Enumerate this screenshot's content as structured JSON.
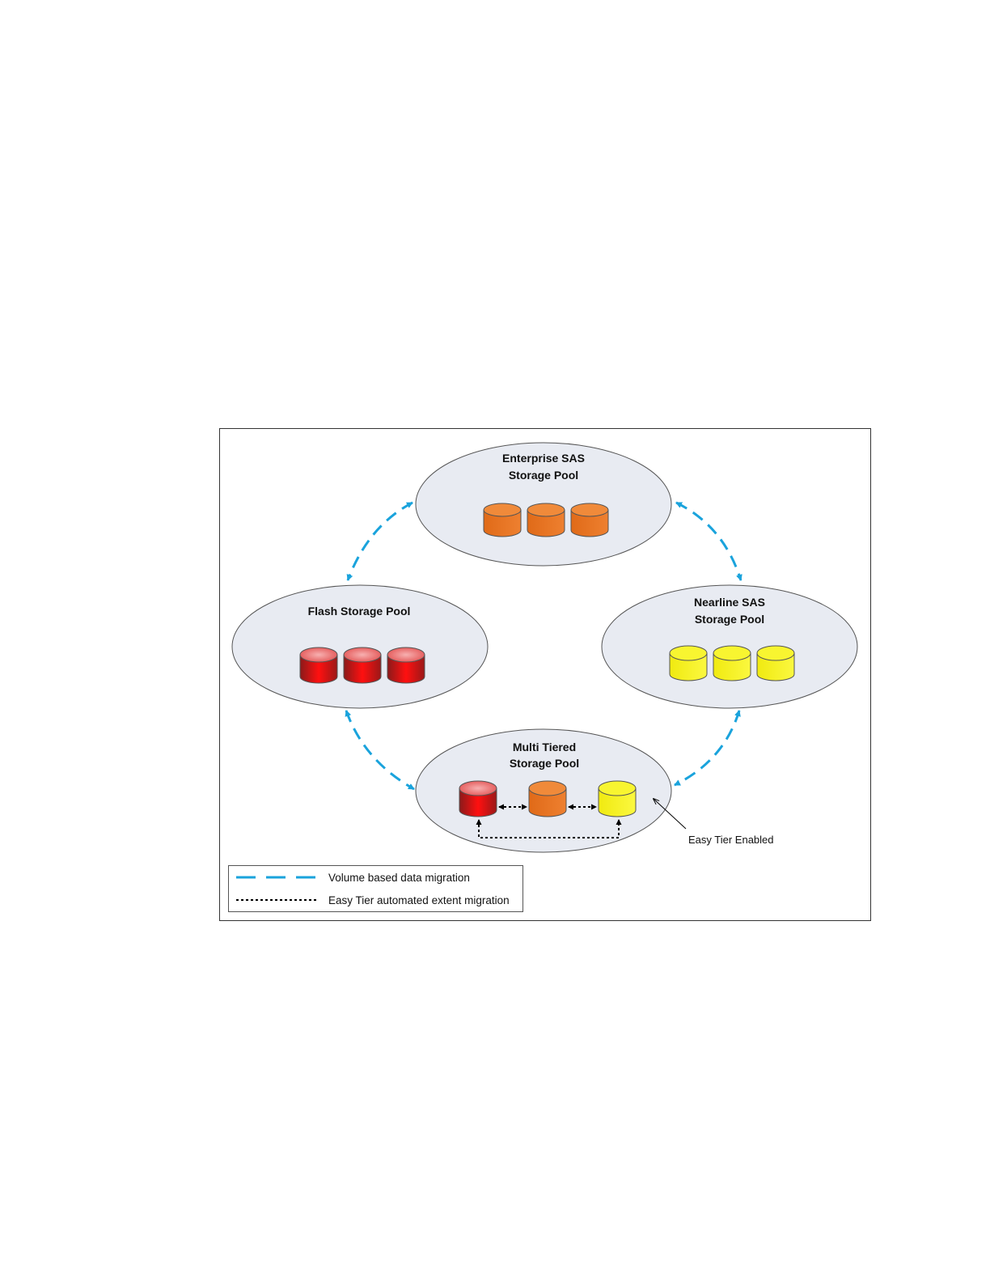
{
  "pools": {
    "enterprise": {
      "title_line1": "Enterprise SAS",
      "title_line2": "Storage Pool",
      "disk_color": "#ec7a24"
    },
    "flash": {
      "title_line1": "Flash Storage Pool",
      "disk_color": "#e21313"
    },
    "nearline": {
      "title_line1": "Nearline SAS",
      "title_line2": "Storage Pool",
      "disk_color": "#f5f21c"
    },
    "multi": {
      "title_line1": "Multi Tiered",
      "title_line2": "Storage Pool"
    }
  },
  "annotation": {
    "easy_tier_label": "Easy Tier Enabled"
  },
  "legend": {
    "volume_label": "Volume based data migration",
    "volume_color": "#1aa3dc",
    "extent_label": "Easy Tier automated extent migration",
    "extent_color": "#000000"
  },
  "colors": {
    "pool_fill": "#e8ebf2",
    "pool_stroke": "#555555"
  }
}
